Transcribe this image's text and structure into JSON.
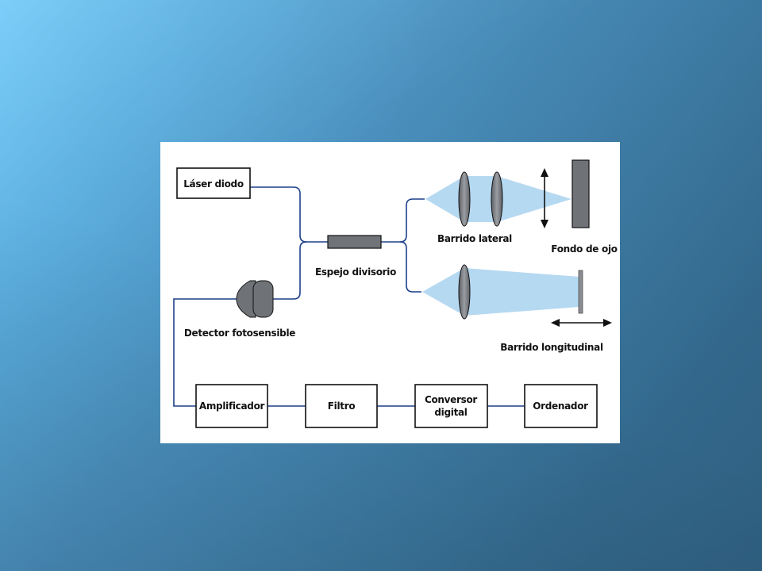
{
  "diagram": {
    "boxes": {
      "laser": "Láser diodo",
      "amplifier": "Amplificador",
      "filter": "Filtro",
      "converter_line1": "Conversor",
      "converter_line2": "digital",
      "computer": "Ordenador"
    },
    "labels": {
      "beam_splitter": "Espejo divisorio",
      "detector": "Detector fotosensible",
      "lateral_scan": "Barrido lateral",
      "fundus": "Fondo de ojo",
      "longitudinal_scan": "Barrido longitudinal"
    },
    "colors": {
      "wire": "#1d3f8a",
      "beam": "#a9d2f0",
      "lens": "#7a7d82",
      "slide_background": "#ffffff"
    }
  }
}
